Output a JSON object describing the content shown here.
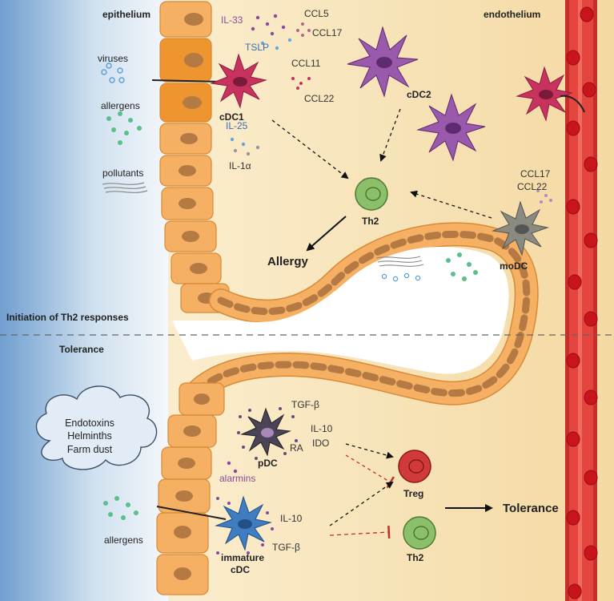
{
  "labels": {
    "epithelium": "epithelium",
    "endothelium": "endothelium",
    "viruses": "viruses",
    "allergens_top": "allergens",
    "pollutants": "pollutants",
    "allergens_bottom": "allergens",
    "initiation": "Initiation of Th2 responses",
    "tolerance_section": "Tolerance",
    "allergy": "Allergy",
    "tolerance_outcome": "Tolerance"
  },
  "cloud": {
    "items": [
      "Endotoxins",
      "Helminths",
      "Farm dust"
    ]
  },
  "cells": {
    "cdc1": "cDC1",
    "cdc2": "cDC2",
    "th2_top": "Th2",
    "modc": "moDC",
    "pdc": "pDC",
    "treg": "Treg",
    "th2_bottom": "Th2",
    "immature_cdc_line1": "immature",
    "immature_cdc_line2": "cDC"
  },
  "cytokines": {
    "il33": "IL-33",
    "tslp": "TSLP",
    "il25": "IL-25",
    "il1a": "IL-1α",
    "ccl5": "CCL5",
    "ccl17_top": "CCL17",
    "ccl11": "CCL11",
    "ccl22_top": "CCL22",
    "ccl17_modc": "CCL17",
    "ccl22_modc": "CCL22",
    "tgfb_pdc": "TGF-β",
    "il10_pdc": "IL-10",
    "ra": "RA",
    "ido": "IDO",
    "alarmins": "alarmins",
    "il10_cdc": "IL-10",
    "tgfb_cdc": "TGF-β"
  },
  "colors": {
    "cdc1": "#c8325e",
    "cdc2": "#8a4a9c",
    "modc": "#8a8a80",
    "pdc": "#4a4456",
    "immature_cdc": "#3f7cc0",
    "treg": "#d03a3a",
    "th2": "#8cbf6a",
    "epithelium": "#f3a04c",
    "endothelium": "#d83a3a",
    "inhibition": "#c03030"
  }
}
